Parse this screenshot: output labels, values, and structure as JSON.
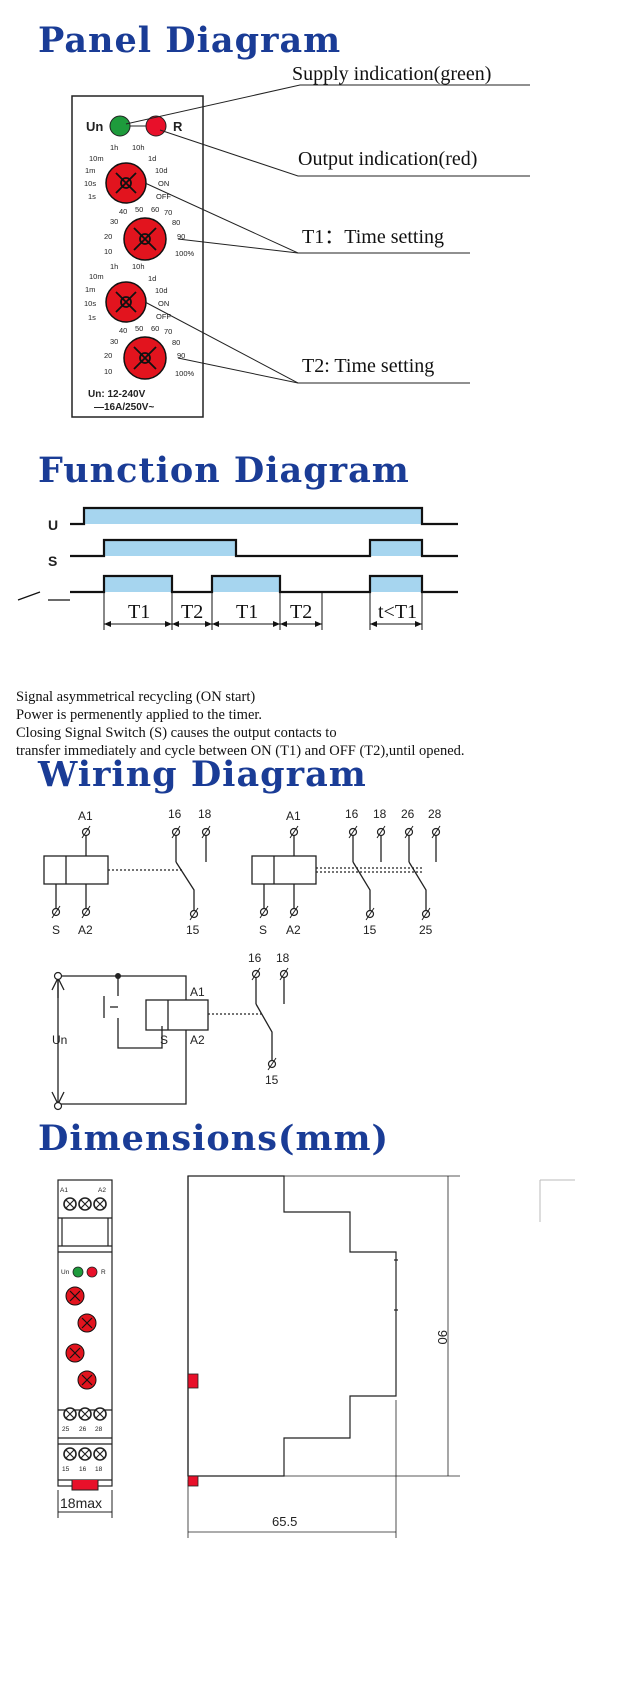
{
  "headings": {
    "panel": "Panel Diagram",
    "function": "Function Diagram",
    "wiring": "Wiring Diagram",
    "dimensions": "Dimensions(mm)"
  },
  "panel": {
    "callouts": {
      "supply": "Supply indication(green)",
      "output": "Output indication(red)",
      "t1": "T1：Time setting",
      "t2": "T2: Time setting"
    },
    "led_labels": {
      "supply": "Un",
      "output": "R"
    },
    "range_labels": {
      "h1": "1h",
      "h10": "10h",
      "m10": "10m",
      "d1": "1d",
      "m1": "1m",
      "d10": "10d",
      "s10": "10s",
      "on": "ON",
      "s1": "1s",
      "off": "OFF"
    },
    "percent_labels": {
      "p40": "40",
      "p50": "50",
      "p60": "60",
      "p70": "70",
      "p30": "30",
      "p80": "80",
      "p20": "20",
      "p90": "90",
      "p10": "10",
      "p100": "100%"
    },
    "rating": {
      "voltage": "Un: 12-240V",
      "contact": "—16A/250V~"
    },
    "colors": {
      "supply_led": "#1e9b3c",
      "output_led": "#e8102a",
      "knob": "#e2141e",
      "heading": "#1a3c96"
    }
  },
  "function": {
    "rows": {
      "u": "U",
      "s": "S"
    },
    "intervals": {
      "t1a": "T1",
      "t2a": "T2",
      "t1b": "T1",
      "t2b": "T2",
      "last": "t<T1"
    },
    "bar_color": "#a6d5ef"
  },
  "description": {
    "line1": "Signal asymmetrical recycling (ON start)",
    "line2": "Power is permenently applied to the timer.",
    "line3": "Closing Signal Switch (S) causes the output contacts to",
    "line4": "transfer immediately and cycle between ON (T1) and OFF (T2),until opened."
  },
  "wiring": {
    "a1": "A1",
    "a2": "A2",
    "s": "S",
    "t15": "15",
    "t16": "16",
    "t18": "18",
    "t25": "25",
    "t26": "26",
    "t28": "28",
    "un": "Un"
  },
  "dimensions": {
    "front_terminals": {
      "a1": "A1",
      "a2": "A2",
      "t25": "25",
      "t26": "26",
      "t28": "28",
      "t15": "15",
      "t16": "16",
      "t18": "18"
    },
    "front_leds": {
      "un": "Un",
      "r": "R"
    },
    "width": "18max",
    "height": "90",
    "depth": "65.5"
  }
}
